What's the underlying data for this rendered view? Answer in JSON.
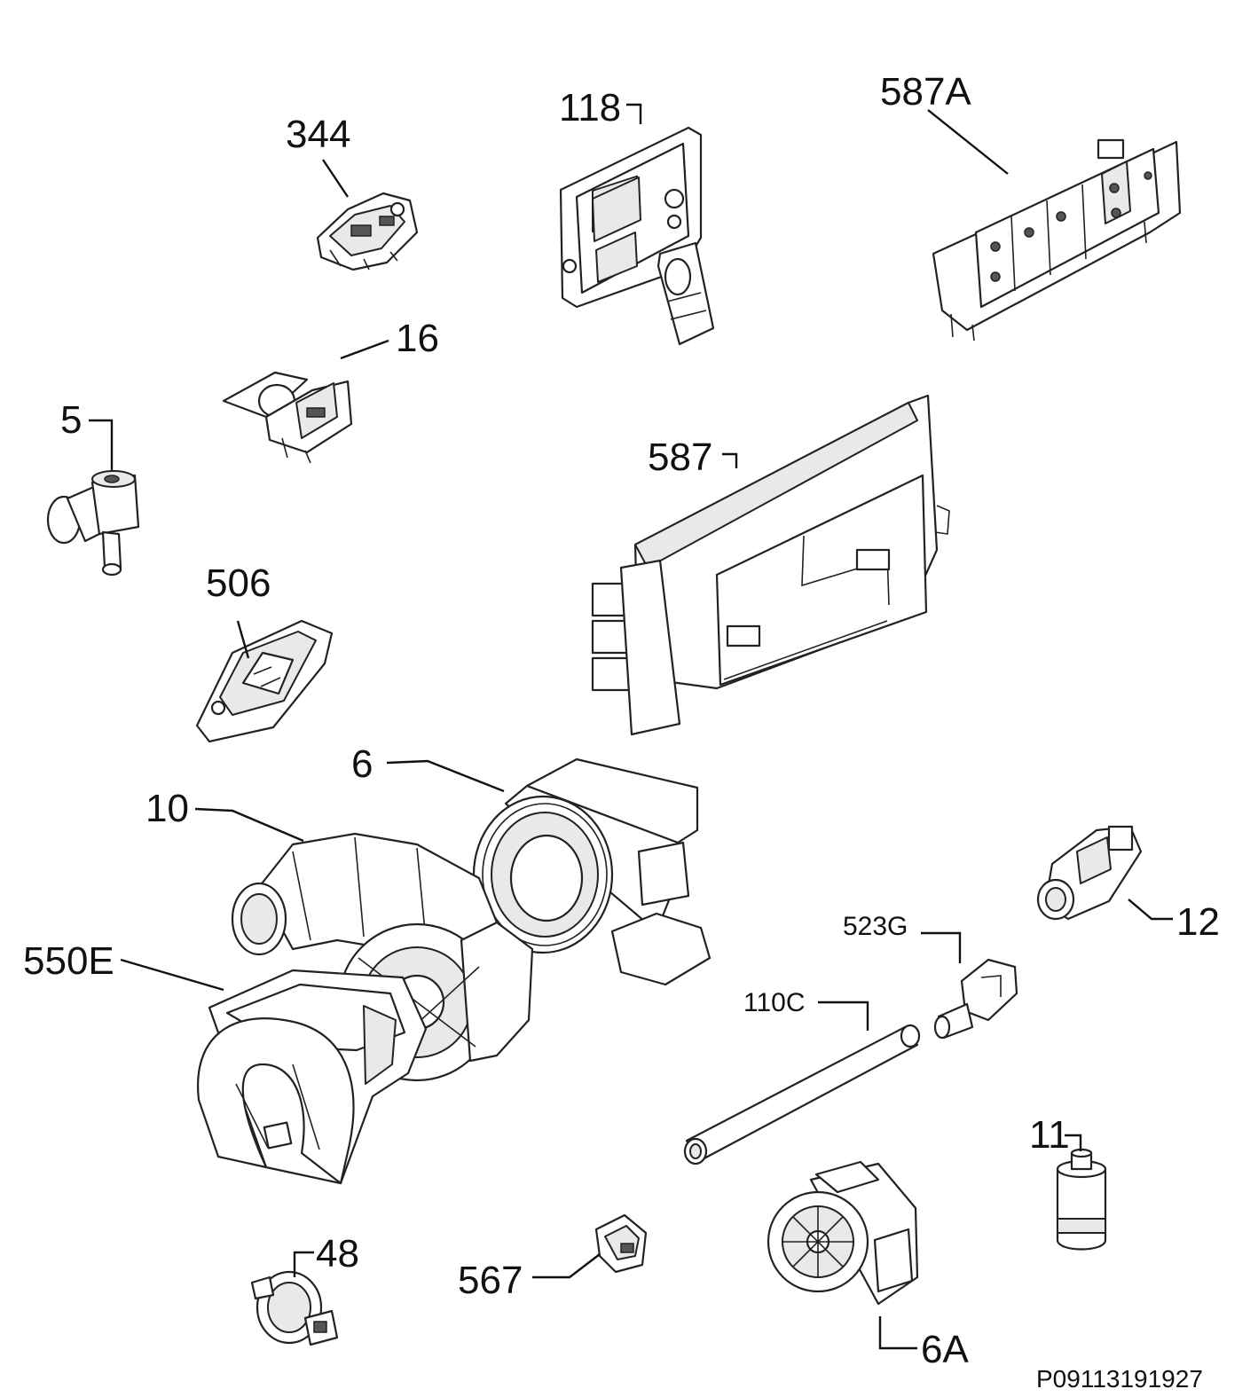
{
  "diagram": {
    "reference_code": "P09113191927",
    "labels": {
      "p344": "344",
      "p118": "118",
      "p587A": "587A",
      "p16": "16",
      "p5": "5",
      "p587": "587",
      "p506": "506",
      "p6": "6",
      "p10": "10",
      "p550E": "550E",
      "p12": "12",
      "p523G": "523G",
      "p110C": "110C",
      "p11": "11",
      "p48": "48",
      "p567": "567",
      "p6A": "6A"
    }
  }
}
